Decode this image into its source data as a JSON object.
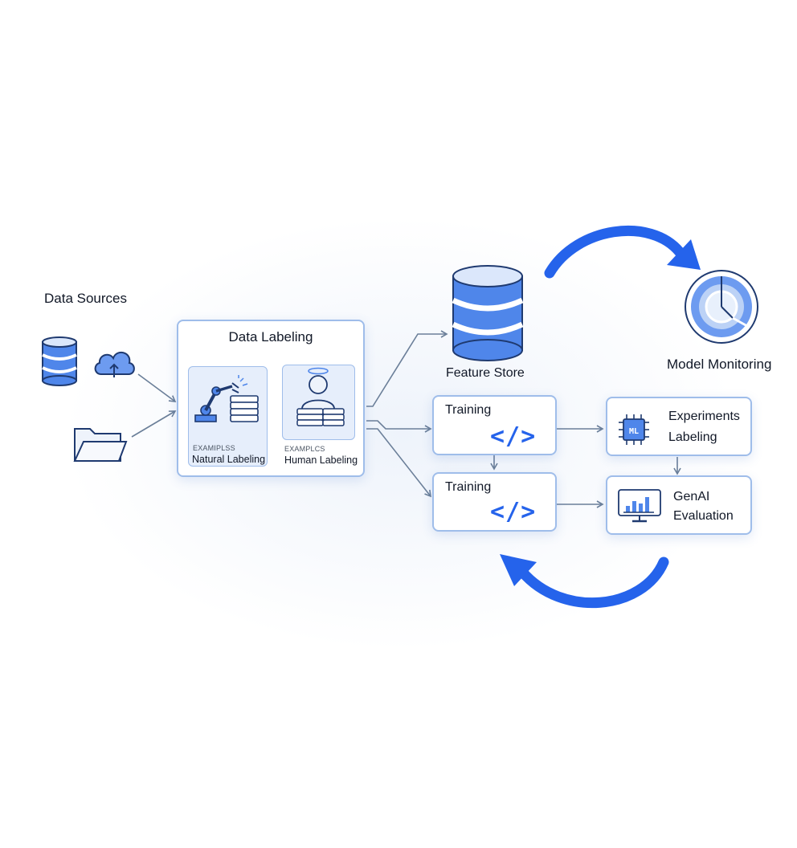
{
  "labels": {
    "data_sources": "Data Sources",
    "data_labeling": "Data Labeling",
    "natural_tag": "EXAMIPLSS",
    "natural_labeling": "Natural Labeling",
    "human_tag": "EXAMPLCS",
    "human_labeling": "Human Labeling",
    "feature_store": "Feature Store",
    "model_monitoring": "Model Monitoring",
    "training_top": "Training",
    "training_bottom": "Training",
    "code_symbol_top": "</>",
    "code_symbol_bottom": "</>",
    "experiments_line1": "Experiments",
    "experiments_line2": "Labeling",
    "genai_line1": "GenAI",
    "genai_line2": "Evaluation",
    "chip_text": "ML"
  },
  "icons": {
    "source_database": "database-icon",
    "source_cloud": "cloud-upload-icon",
    "source_folder": "folder-icon",
    "robot_arm": "robot-arm-icon",
    "human": "person-icon",
    "feature_store": "database-icon",
    "monitoring": "gauge-icon",
    "chip": "chip-icon",
    "monitor": "monitor-chart-icon",
    "cycle_top": "curved-arrow-icon",
    "cycle_bottom": "curved-arrow-icon"
  },
  "colors": {
    "accent": "#2563eb",
    "accent_light": "#6d9bf0",
    "card_border": "#9fbdea",
    "connector": "#6b7f99",
    "text": "#111827"
  }
}
